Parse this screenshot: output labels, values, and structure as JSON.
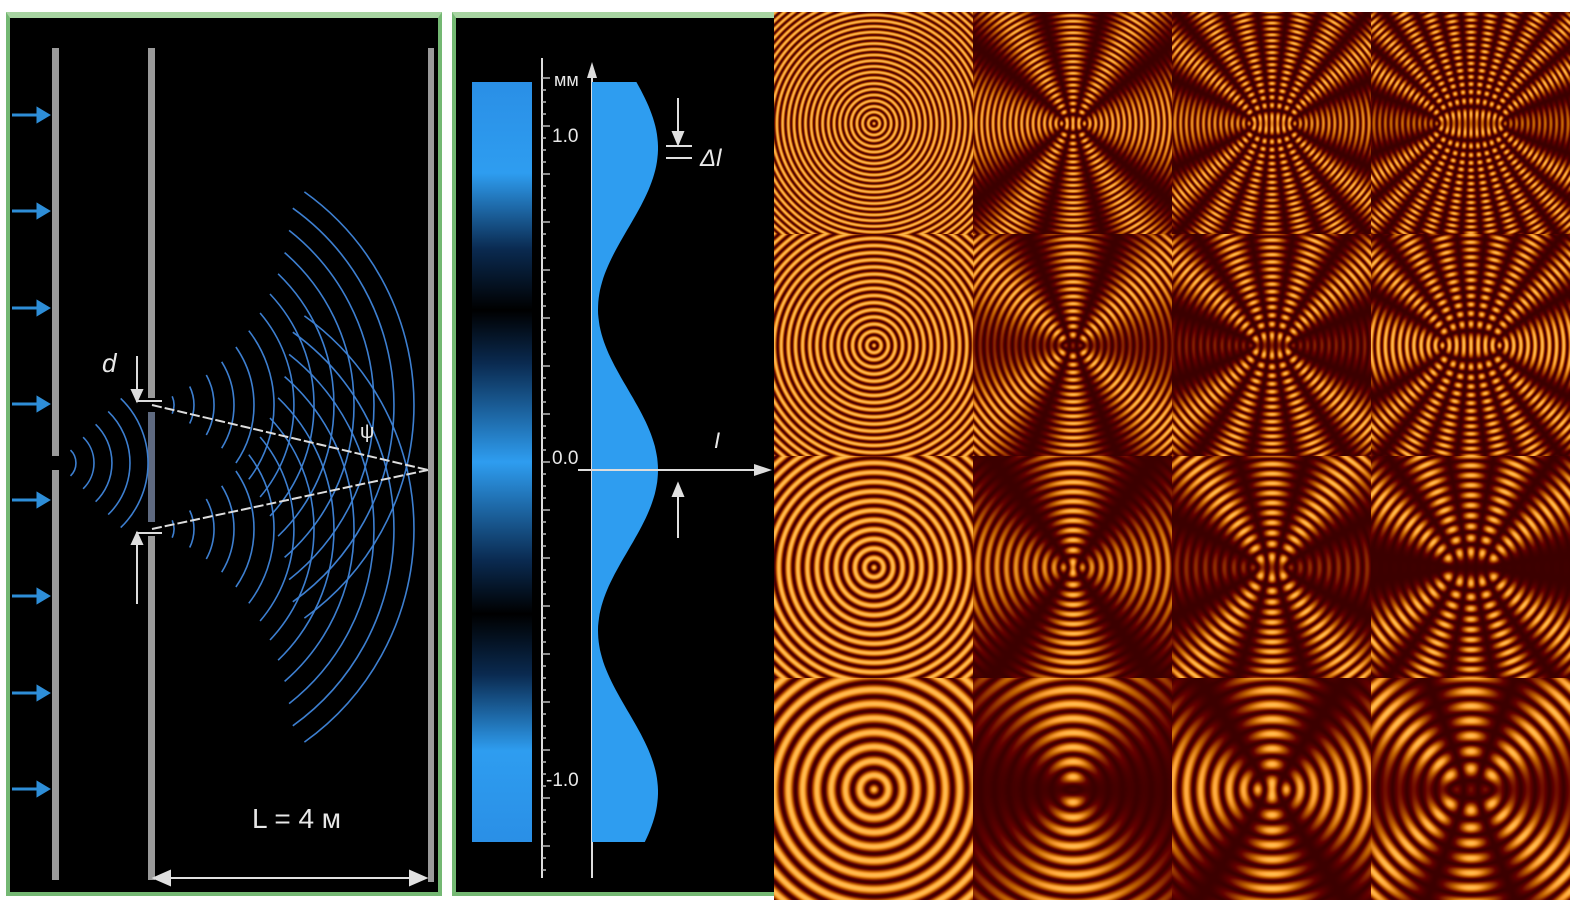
{
  "left_panel": {
    "slit_label": "d",
    "angle_label": "ψ",
    "distance_label": "L = 4 м"
  },
  "middle_panel": {
    "axis_unit": "мм",
    "tick_top": "1.0",
    "tick_mid": "0.0",
    "tick_bottom": "-1.0",
    "fringe_label": "Δl",
    "intensity_axis": "I"
  },
  "colors": {
    "fringe_blue": "#2e9df0",
    "pattern_bright": "#ffd080",
    "pattern_dark": "#3a0000",
    "frame_green": "#74b873"
  },
  "interference_grid": {
    "rows": 4,
    "cols": 4
  }
}
